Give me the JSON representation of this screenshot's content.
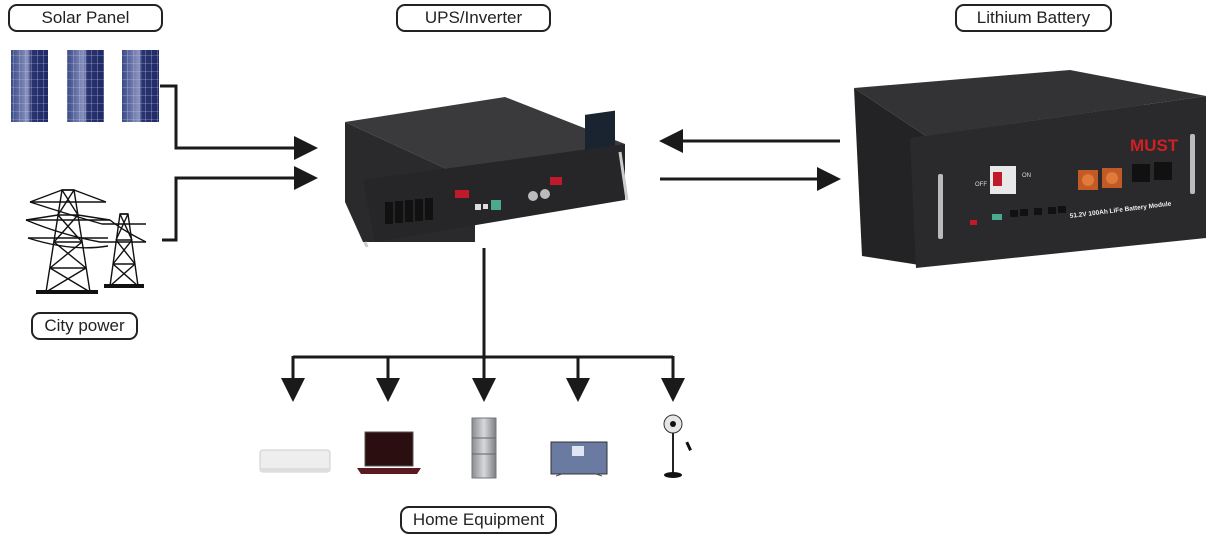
{
  "diagram": {
    "labels": {
      "solar_panel": "Solar Panel",
      "city_power": "City power",
      "ups_inverter": "UPS/Inverter",
      "lithium_battery": "Lithium Battery",
      "home_equipment": "Home Equipment"
    },
    "ups": {
      "brand_color": "#c0192a"
    },
    "battery": {
      "brand": "MUST",
      "brand_color": "#d21f24",
      "breaker_off": "OFF",
      "breaker_on": "ON",
      "model_text": "51.2V 100Ah LiFe Battery Module",
      "positive_symbol": "+",
      "negative_symbol": "−"
    },
    "home_devices": [
      "air-conditioner",
      "laptop",
      "refrigerator",
      "television",
      "standing-fan"
    ],
    "connections": [
      {
        "from": "solar_panel",
        "to": "ups_inverter"
      },
      {
        "from": "city_power",
        "to": "ups_inverter"
      },
      {
        "from": "lithium_battery",
        "to": "ups_inverter"
      },
      {
        "from": "ups_inverter",
        "to": "lithium_battery"
      },
      {
        "from": "ups_inverter",
        "to": "home_equipment"
      }
    ]
  }
}
